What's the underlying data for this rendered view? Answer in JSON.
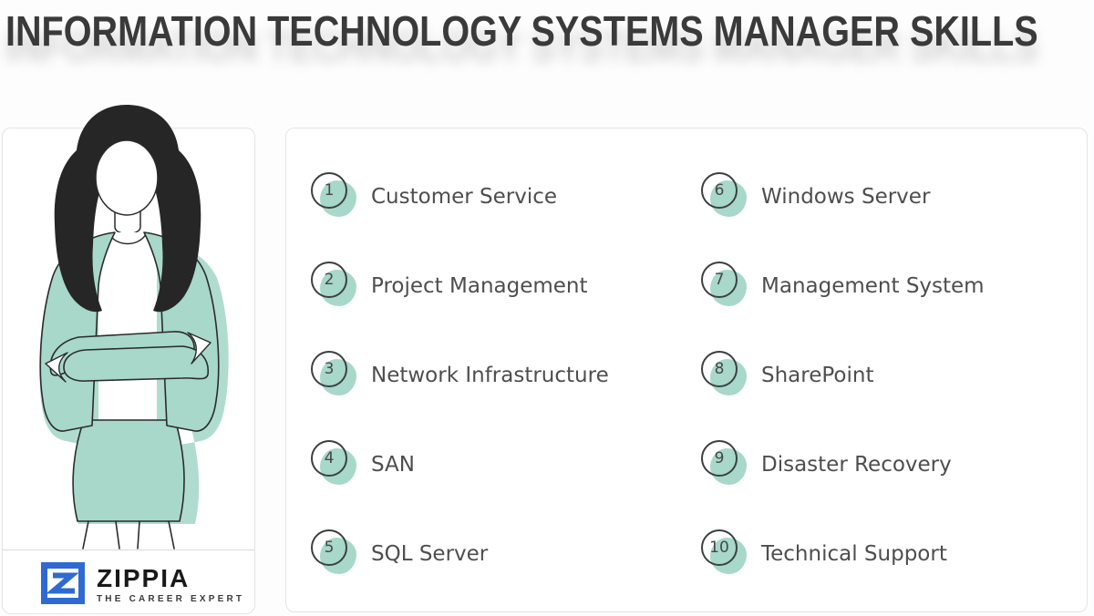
{
  "page": {
    "title": "INFORMATION TECHNOLOGY SYSTEMS MANAGER SKILLS"
  },
  "skills": [
    {
      "rank": "1",
      "label": "Customer Service"
    },
    {
      "rank": "2",
      "label": "Project Management"
    },
    {
      "rank": "3",
      "label": "Network Infrastructure"
    },
    {
      "rank": "4",
      "label": "SAN"
    },
    {
      "rank": "5",
      "label": "SQL Server"
    },
    {
      "rank": "6",
      "label": "Windows Server"
    },
    {
      "rank": "7",
      "label": "Management System"
    },
    {
      "rank": "8",
      "label": "SharePoint"
    },
    {
      "rank": "9",
      "label": "Disaster Recovery"
    },
    {
      "rank": "10",
      "label": "Technical Support"
    }
  ],
  "logo": {
    "brand": "ZIPPIA",
    "tagline": "THE CAREER EXPERT"
  },
  "illustration": {
    "name": "woman-arms-crossed-illustration"
  },
  "colors": {
    "teal": "#a7d8ca",
    "teal_shadow": "#b0dccf",
    "logo_blue": "#2e6ad1",
    "title_text": "#3a3a3a",
    "item_text": "#4e4e4e",
    "outline": "#2b2b2b"
  }
}
